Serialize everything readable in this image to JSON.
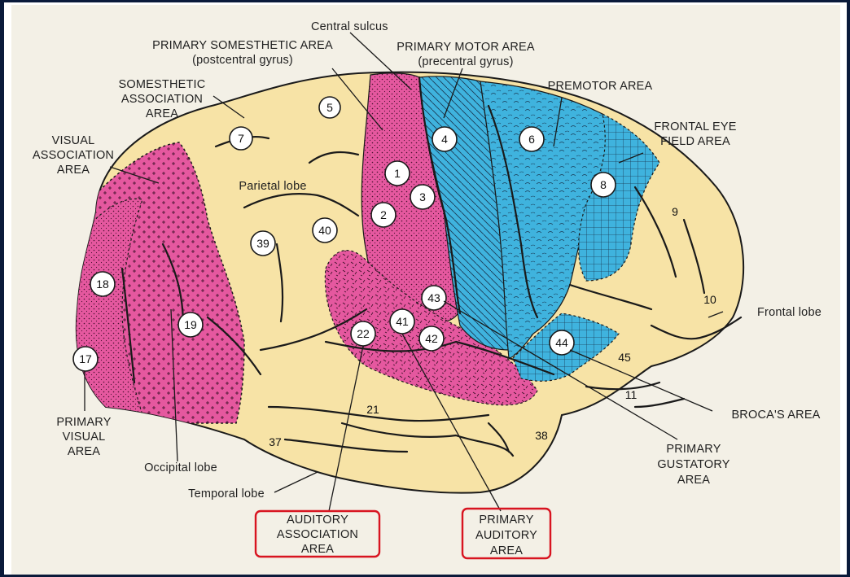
{
  "labels": {
    "central_sulcus": "Central sulcus",
    "primary_somesthetic_area": "PRIMARY SOMESTHETIC AREA",
    "postcentral_gyrus": "(postcentral gyrus)",
    "primary_motor_area": "PRIMARY MOTOR AREA",
    "precentral_gyrus": "(precentral gyrus)",
    "somesthetic_1": "SOMESTHETIC",
    "somesthetic_2": "ASSOCIATION",
    "somesthetic_3": "AREA",
    "premotor_area": "PREMOTOR AREA",
    "frontal_eye_1": "FRONTAL EYE",
    "frontal_eye_2": "FIELD AREA",
    "visual_assoc_1": "VISUAL",
    "visual_assoc_2": "ASSOCIATION",
    "visual_assoc_3": "AREA",
    "parietal_lobe": "Parietal lobe",
    "frontal_lobe": "Frontal lobe",
    "primary_visual_1": "PRIMARY",
    "primary_visual_2": "VISUAL",
    "primary_visual_3": "AREA",
    "occipital_lobe": "Occipital lobe",
    "temporal_lobe": "Temporal lobe",
    "auditory_assoc_1": "AUDITORY",
    "auditory_assoc_2": "ASSOCIATION",
    "auditory_assoc_3": "AREA",
    "primary_auditory_1": "PRIMARY",
    "primary_auditory_2": "AUDITORY",
    "primary_auditory_3": "AREA",
    "primary_gustatory_1": "PRIMARY",
    "primary_gustatory_2": "GUSTATORY",
    "primary_gustatory_3": "AREA",
    "brocas_area": "BROCA'S AREA"
  },
  "areas": {
    "a5": "5",
    "a7": "7",
    "a4": "4",
    "a6": "6",
    "a8": "8",
    "a1": "1",
    "a3": "3",
    "a2": "2",
    "a40": "40",
    "a39": "39",
    "a18": "18",
    "a19": "19",
    "a17": "17",
    "a43": "43",
    "a41": "41",
    "a42": "42",
    "a22": "22",
    "a44": "44",
    "a9": "9",
    "a10": "10",
    "a45": "45",
    "a11": "11",
    "a21": "21",
    "a37": "37",
    "a38": "38"
  },
  "colors": {
    "cortex": "#f7e3a6",
    "sensory_pink": "#e5589f",
    "motor_blue": "#3fb3de",
    "highlight_box": "#d81420",
    "background": "#f3f0e6",
    "frame": "#0a1a3a"
  }
}
